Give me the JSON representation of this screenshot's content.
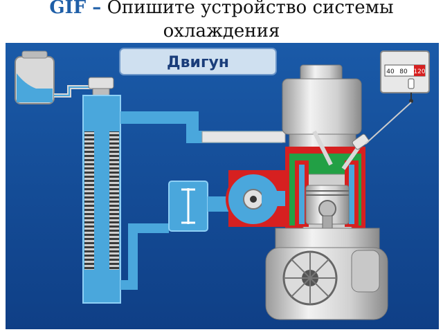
{
  "header": {
    "title_prefix": "GIF –",
    "title_main": "Опишите устройство системы",
    "title_line2": "охлаждения"
  },
  "diagram": {
    "engine_label": "Двигун",
    "gauge": {
      "ticks": [
        "40",
        "80",
        "120"
      ]
    },
    "colors": {
      "background": "#1e5aa2",
      "coolant": "#4aa7dc",
      "coolant_dark": "#2a86c4",
      "metal_light": "#e8e8e8",
      "metal_dark": "#9a9a9a",
      "water_jacket": "#22a045",
      "cylinder_head": "#d62020",
      "label_box": "#cfe0f0",
      "label_text": "#1a3d7a"
    }
  }
}
